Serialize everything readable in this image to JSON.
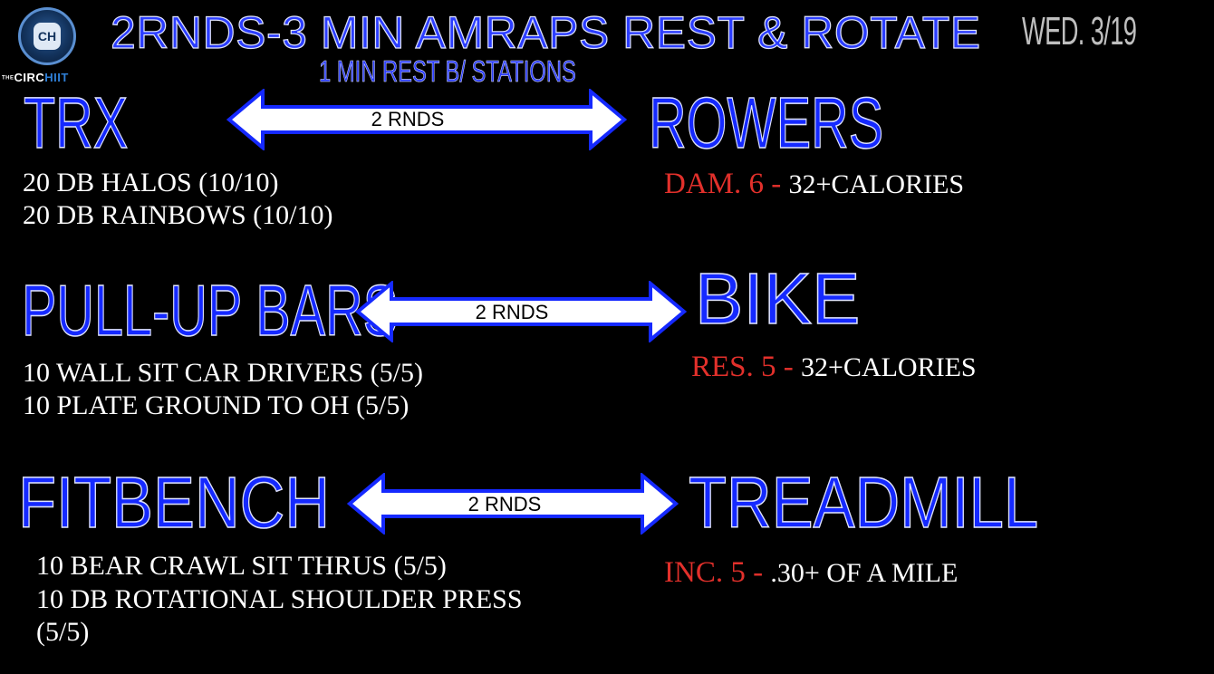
{
  "header": {
    "title": "2RNDS-3 MIN AMRAPS REST & ROTATE",
    "date": "WED. 3/19",
    "subtitle": "1 MIN REST B/ STATIONS"
  },
  "logo": {
    "badge": "CH",
    "the": "THE",
    "circ": "CIRC",
    "hiit": "HIIT"
  },
  "rows": [
    {
      "left_station": "TRX",
      "arrow_label": "2 RNDS",
      "right_station": "ROWERS",
      "exercises": [
        "20 DB HALOS (10/10)",
        "20 DB RAINBOWS (10/10)"
      ],
      "setting": "DAM. 6 - ",
      "target": "32+CALORIES"
    },
    {
      "left_station": "PULL-UP BARS",
      "arrow_label": "2 RNDS",
      "right_station": "BIKE",
      "exercises": [
        "10 WALL SIT CAR DRIVERS (5/5)",
        "10 PLATE GROUND TO OH  (5/5)"
      ],
      "setting": "RES. 5 - ",
      "target": "32+CALORIES"
    },
    {
      "left_station": "FITBENCH",
      "arrow_label": "2 RNDS",
      "right_station": "TREADMILL",
      "exercises": [
        "10 BEAR CRAWL SIT THRUS (5/5)",
        "10 DB ROTATIONAL SHOULDER PRESS",
        "(5/5)"
      ],
      "setting": "INC. 5 - ",
      "target": ".30+ OF A MILE"
    }
  ],
  "colors": {
    "station_blue": "#1529ff",
    "level_red": "#e2302b",
    "background": "#000000"
  }
}
